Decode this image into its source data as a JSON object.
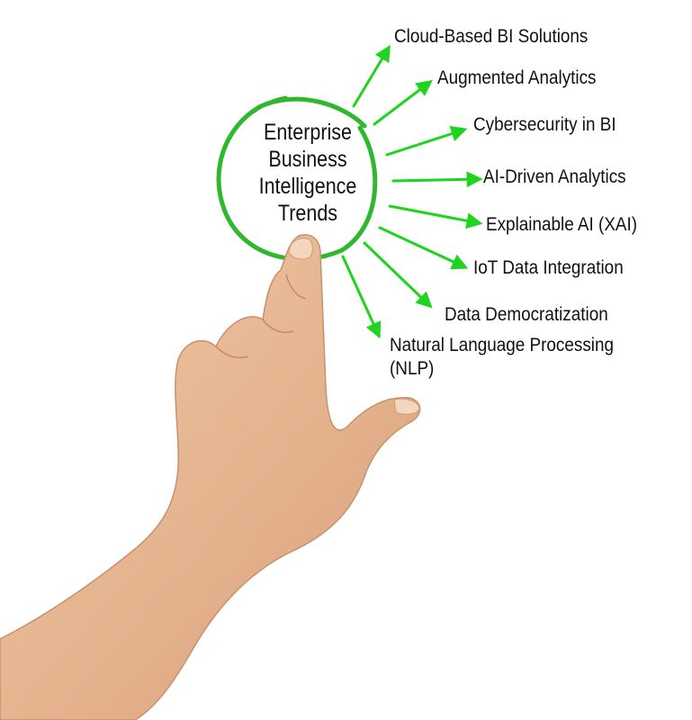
{
  "diagram": {
    "center_title_lines": [
      "Enterprise",
      "Business",
      "Intelligence",
      "Trends"
    ],
    "trends": [
      "Cloud-Based BI Solutions",
      "Augmented Analytics",
      "Cybersecurity in BI",
      "AI-Driven Analytics",
      "Explainable AI (XAI)",
      "IoT Data Integration",
      "Data Democratization",
      "Natural Language Processing",
      "(NLP)"
    ],
    "colors": {
      "circle": "#2fb82f",
      "arrow": "#1ed41e",
      "text": "#111111",
      "skin": "#e8b894",
      "background": "#ffffff"
    }
  }
}
